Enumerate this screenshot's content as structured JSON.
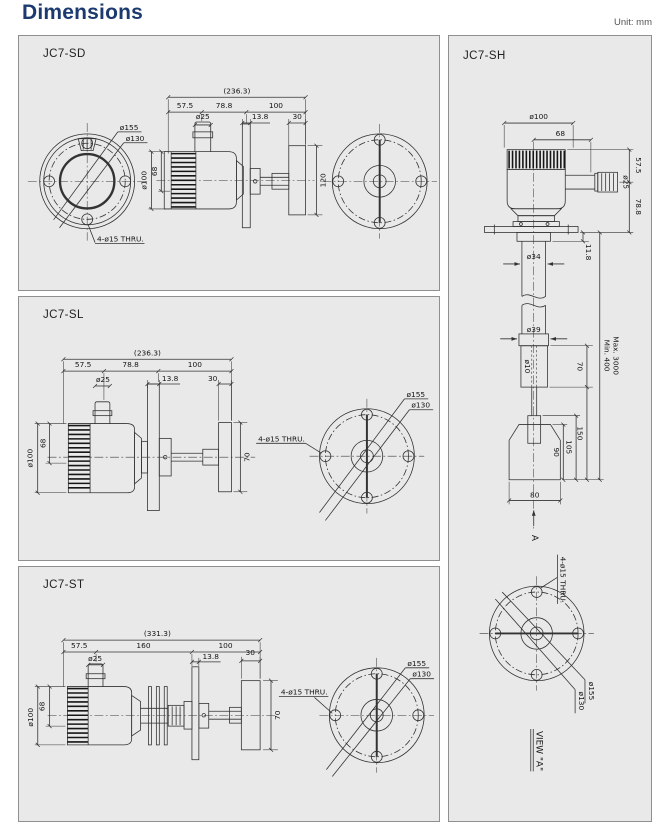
{
  "page": {
    "title": "Dimensions",
    "unit": "Unit: mm"
  },
  "colors": {
    "accent": "#1c3a70",
    "panel_bg": "#e9e9e9",
    "panel_border": "#8f8f8f",
    "line": "#333333"
  },
  "panels": {
    "sd": {
      "title": "JC7-SD",
      "dims": {
        "overall": "(236.3)",
        "seg1": "57.5",
        "seg2": "78.8",
        "seg3": "100",
        "conduit": "ø25",
        "flange_t": "13.8",
        "paddle_w": "30",
        "motor_h": "68",
        "body_d": "ø100",
        "paddle_h": "120",
        "flange_d": "ø155",
        "bolt_circle": "ø130",
        "holes": "4-ø15 THRU."
      }
    },
    "sl": {
      "title": "JC7-SL",
      "dims": {
        "overall": "(236.3)",
        "seg1": "57.5",
        "seg2": "78.8",
        "seg3": "100",
        "conduit": "ø25",
        "flange_t": "13.8",
        "paddle_w": "30",
        "motor_h": "68",
        "body_d": "ø100",
        "paddle_h": "70",
        "flange_d": "ø155",
        "bolt_circle": "ø130",
        "holes": "4-ø15 THRU."
      }
    },
    "st": {
      "title": "JC7-ST",
      "dims": {
        "overall": "(331.3)",
        "seg1": "57.5",
        "seg2": "160",
        "seg3": "100",
        "conduit": "ø25",
        "flange_t": "13.8",
        "paddle_w": "30",
        "motor_h": "68",
        "body_d": "ø100",
        "paddle_h": "70",
        "flange_d": "ø155",
        "bolt_circle": "ø130",
        "holes": "4-ø15 THRU."
      }
    },
    "sh": {
      "title": "JC7-SH",
      "dims": {
        "head_d": "ø100",
        "head_w": "68",
        "top_h": "57.5",
        "conduit": "ø25",
        "mid_h": "78.8",
        "flange_gap": "11.8",
        "pipe_d": "ø34",
        "guide_d": "ø39",
        "shaft_d": "ø10",
        "guide_h": "70",
        "ins_min": "Min. 400",
        "ins_max": "Max. 3000",
        "len_150": "150",
        "len_105": "105",
        "len_90": "90",
        "blade_w": "80",
        "arrow_label": "A",
        "holes": "4-ø15 THRU.",
        "flange_d": "ø155",
        "bolt_circle": "ø130",
        "view_label": "VIEW \"A\""
      }
    }
  }
}
